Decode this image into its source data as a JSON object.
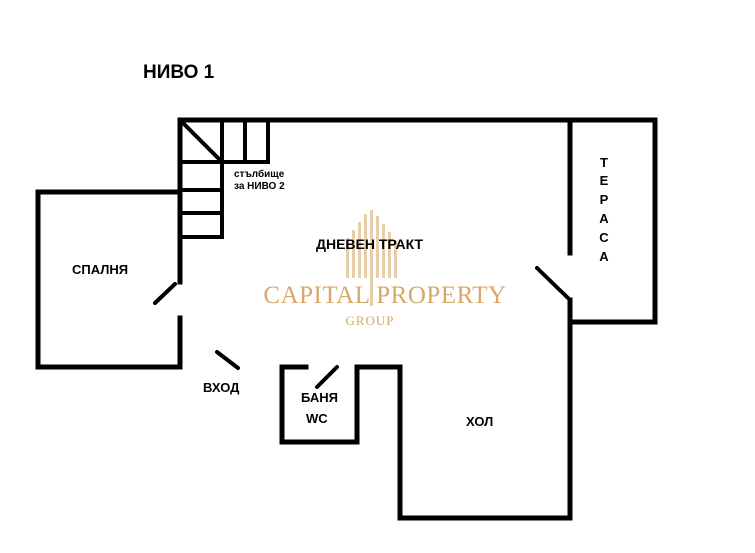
{
  "title": "НИВО 1",
  "rooms": {
    "stairs_note_line1": "стълбище",
    "stairs_note_line2": "за НИВО 2",
    "living": "ДНЕВЕН ТРАКТ",
    "bedroom": "СПАЛНЯ",
    "entrance": "ВХОД",
    "bath_line1": "БАНЯ",
    "bath_line2": "WC",
    "hall": "ХОЛ",
    "terrace_letters": [
      "Т",
      "Е",
      "Р",
      "А",
      "С",
      "А"
    ]
  },
  "watermark": {
    "brand": "CAPITAL PROPERTY",
    "sub": "GROUP",
    "color": "#d6a86a"
  }
}
